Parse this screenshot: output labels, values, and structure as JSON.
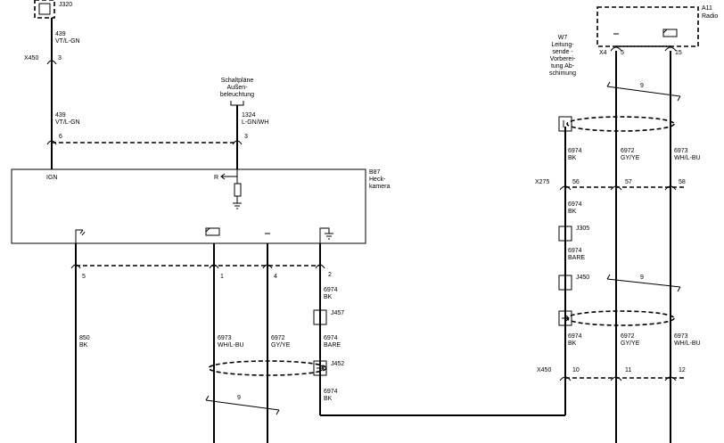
{
  "components": {
    "j320": "J320",
    "a11_id": "A11",
    "a11_name": "Radio",
    "b87_id": "B87",
    "b87_line1": "Heck-",
    "b87_line2": "kamera",
    "b87_pin_ign": "IGN",
    "b87_pin_r": "R",
    "ref_line1": "Schaltpläne",
    "ref_line2": "Außen-",
    "ref_line3": "beleuchtung",
    "w7_id": "W7",
    "w7_line1": "Leitung-",
    "w7_line2": "sende -",
    "w7_line3": "Vorberei-",
    "w7_line4": "tung Ab-",
    "w7_line5": "schimung"
  },
  "connectors": {
    "x450_top": "X450",
    "x450_top_pin": "3",
    "b87_pin6": "6",
    "b87_pin3": "3",
    "x4": "X4",
    "x4_pin5": "5",
    "x4_pin15": "15",
    "x275": "X275",
    "x275_56": "56",
    "x275_57": "57",
    "x275_58": "58",
    "b87_pin5": "5",
    "b87_pin1": "1",
    "b87_pin4": "4",
    "b87_pin2": "2",
    "x450_bottom": "X450",
    "x450_10": "10",
    "x450_11": "11",
    "x450_12": "12"
  },
  "splices": {
    "j305": "J305",
    "j450": "J450",
    "j457": "J457",
    "j452": "J452"
  },
  "wires": {
    "w439a_num": "439",
    "w439a_col": "VT/L-GN",
    "w439b_num": "439",
    "w439b_col": "VT/L-GN",
    "w1324_num": "1324",
    "w1324_col": "L-GN/WH",
    "r_6974a_num": "6974",
    "r_6974a_col": "BK",
    "r_6972a_num": "6972",
    "r_6972a_col": "GY/YE",
    "r_6973a_num": "6973",
    "r_6973a_col": "WH/L-BU",
    "r_6974b_num": "6974",
    "r_6974b_col": "BK",
    "r_6974bare_num": "6974",
    "r_6974bare_col": "BARE",
    "r_6974c_num": "6974",
    "r_6974c_col": "BK",
    "r_6972b_num": "6972",
    "r_6972b_col": "GY/YE",
    "r_6973b_num": "6973",
    "r_6973b_col": "WH/L-BU",
    "l_850_num": "850",
    "l_850_col": "BK",
    "l_6973_num": "6973",
    "l_6973_col": "WH/L-BU",
    "l_6972_num": "6972",
    "l_6972_col": "GY/YE",
    "l_6974a_num": "6974",
    "l_6974a_col": "BK",
    "l_6974bare_num": "6974",
    "l_6974bare_col": "BARE",
    "l_6974b_num": "6974",
    "l_6974b_col": "BK"
  },
  "twists": {
    "top_right": "9",
    "mid_right": "9",
    "bottom_left": "9"
  }
}
